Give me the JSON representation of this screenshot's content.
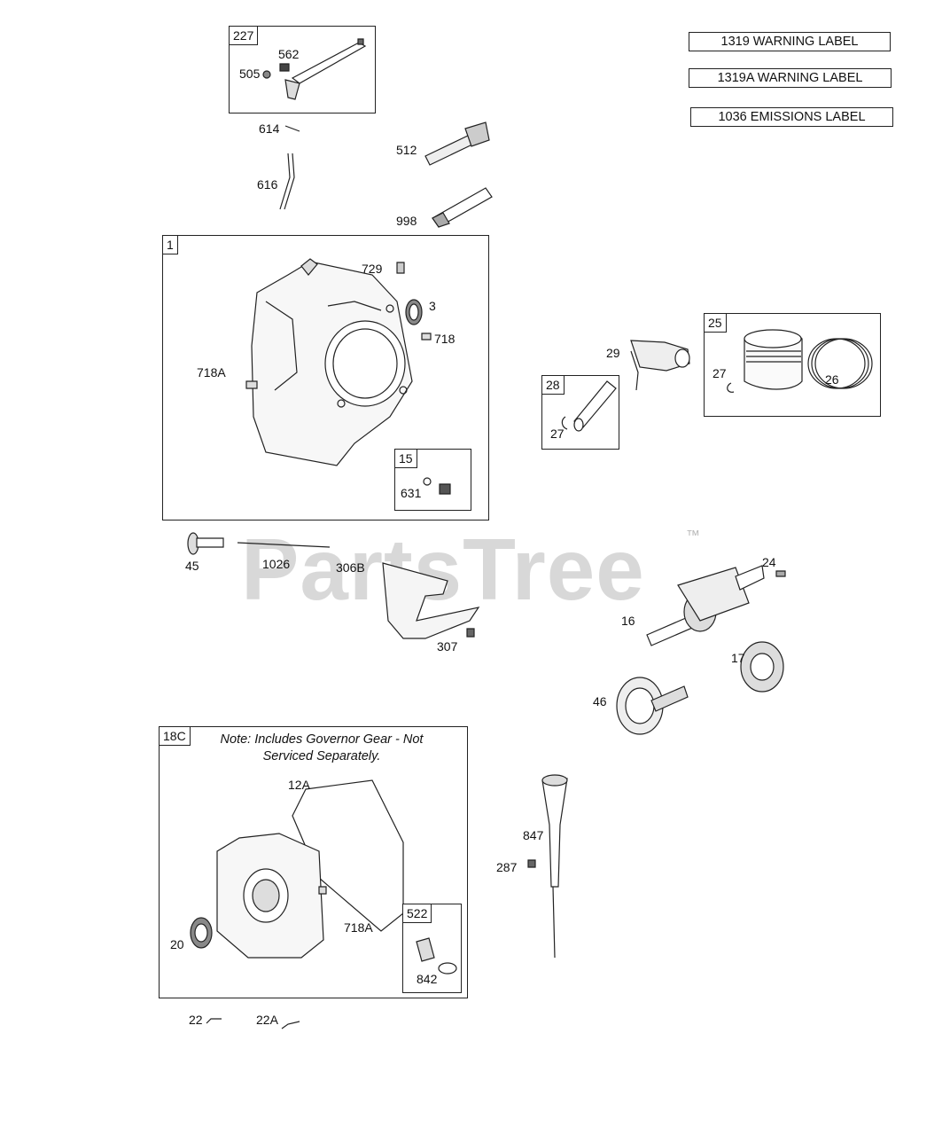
{
  "labels": {
    "warning1": "1319 WARNING LABEL",
    "warning2": "1319A WARNING LABEL",
    "emissions": "1036 EMISSIONS LABEL"
  },
  "groups": {
    "g227": "227",
    "g1": "1",
    "g15": "15",
    "g25": "25",
    "g28": "28",
    "g18c": "18C",
    "g522": "522"
  },
  "note": {
    "line1": "Note: Includes Governor Gear - Not",
    "line2": "Serviced Separately."
  },
  "parts": {
    "p562": "562",
    "p505": "505",
    "p614": "614",
    "p616": "616",
    "p512": "512",
    "p998": "998",
    "p729": "729",
    "p3": "3",
    "p718": "718",
    "p718a_top": "718A",
    "p631": "631",
    "p29": "29",
    "p27a": "27",
    "p26": "26",
    "p27b": "27",
    "p45": "45",
    "p1026": "1026",
    "p306b": "306B",
    "p307": "307",
    "p24": "24",
    "p16": "16",
    "p17": "17",
    "p46": "46",
    "p12a": "12A",
    "p718a_bot": "718A",
    "p20": "20",
    "p842": "842",
    "p847": "847",
    "p287": "287",
    "p22": "22",
    "p22a": "22A"
  },
  "watermark": {
    "text": "PartsTree",
    "tm": "™"
  }
}
